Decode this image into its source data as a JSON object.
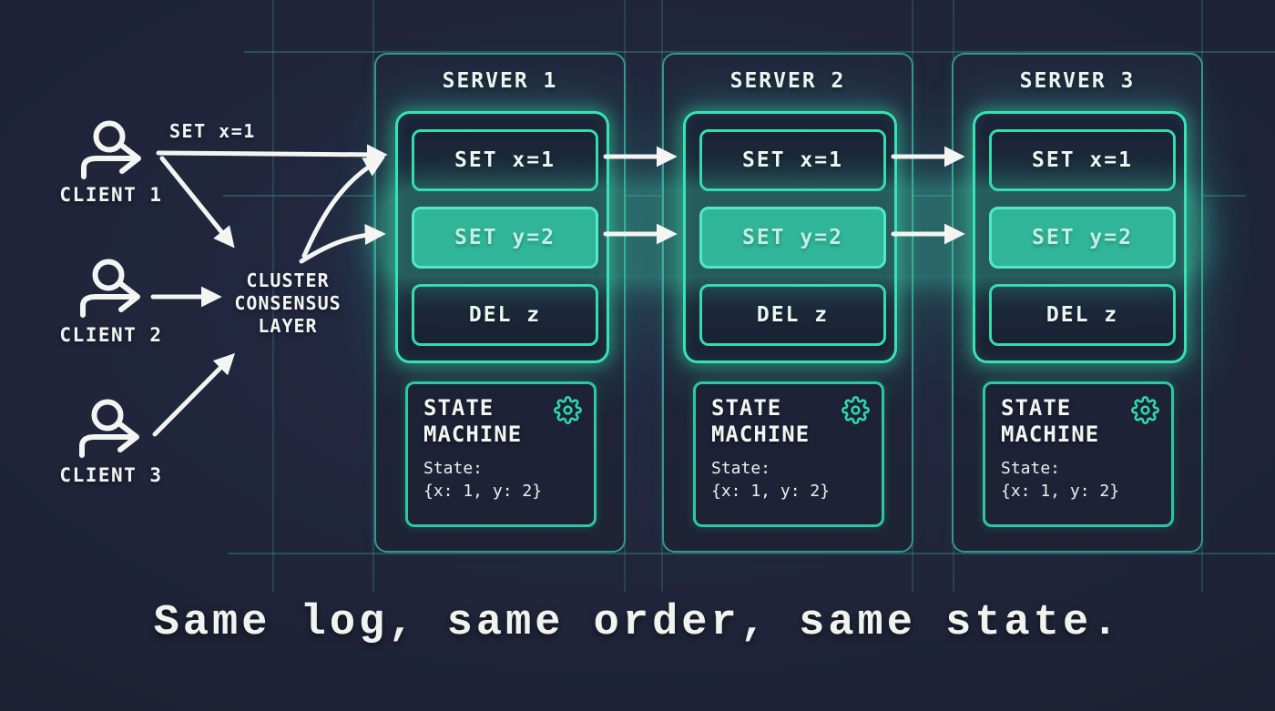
{
  "caption": "Same log, same order, same state.",
  "request_label": "SET x=1",
  "clients": [
    {
      "label": "CLIENT 1",
      "icon": "person-arrow-icon"
    },
    {
      "label": "CLIENT 2",
      "icon": "person-arrow-icon"
    },
    {
      "label": "CLIENT 3",
      "icon": "person-arrow-icon"
    }
  ],
  "consensus": {
    "line1": "CLUSTER",
    "line2": "CONSENSUS",
    "line3": "LAYER"
  },
  "servers": [
    {
      "title": "SERVER 1",
      "log": [
        {
          "text": "SET x=1",
          "highlight": false
        },
        {
          "text": "SET y=2",
          "highlight": true
        },
        {
          "text": "DEL z",
          "highlight": false
        }
      ],
      "state_machine": {
        "title_line1": "STATE",
        "title_line2": "MACHINE",
        "state_label": "State:",
        "state_value": "{x: 1, y: 2}",
        "icon": "gear-icon"
      }
    },
    {
      "title": "SERVER 2",
      "log": [
        {
          "text": "SET x=1",
          "highlight": false
        },
        {
          "text": "SET y=2",
          "highlight": true
        },
        {
          "text": "DEL z",
          "highlight": false
        }
      ],
      "state_machine": {
        "title_line1": "STATE",
        "title_line2": "MACHINE",
        "state_label": "State:",
        "state_value": "{x: 1, y: 2}",
        "icon": "gear-icon"
      }
    },
    {
      "title": "SERVER 3",
      "log": [
        {
          "text": "SET x=1",
          "highlight": false
        },
        {
          "text": "SET y=2",
          "highlight": true
        },
        {
          "text": "DEL z",
          "highlight": false
        }
      ],
      "state_machine": {
        "title_line1": "STATE",
        "title_line2": "MACHINE",
        "state_label": "State:",
        "state_value": "{x: 1, y: 2}",
        "icon": "gear-icon"
      }
    }
  ],
  "colors": {
    "background": "#1e2337",
    "accent_teal": "#38e3b2",
    "panel_border": "#3dbfa5",
    "highlight_fill": "#2ca38d",
    "highlight_band": "rgba(64,224,182,0.30)",
    "arrow_and_text": "#f4f5f2"
  }
}
